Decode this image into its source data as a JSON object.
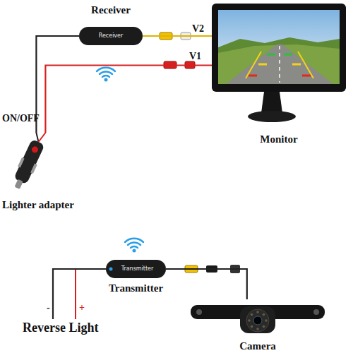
{
  "diagram": {
    "nodes": [
      {
        "text": [
          "Receiver",
          "Receiver"
        ]
      },
      {
        "text": [
          "Monitor"
        ]
      },
      {
        "text": [
          "Lighter adapter"
        ]
      },
      {
        "text": [
          "Transmitter",
          "Transmitter"
        ]
      },
      {
        "text": [
          "Reverse Light"
        ]
      },
      {
        "text": [
          "Camera"
        ]
      }
    ],
    "edges": [
      {
        "from": 2,
        "to": 0,
        "arrow": "none"
      },
      {
        "from": 0,
        "to": 1,
        "arrow": "none"
      },
      {
        "from": 2,
        "to": 1,
        "arrow": "none"
      },
      {
        "from": 4,
        "to": 3,
        "arrow": "none"
      },
      {
        "from": 3,
        "to": 5,
        "arrow": "none"
      }
    ],
    "labels": [
      "V2",
      "V1",
      "ON/OFF",
      "-",
      "+"
    ]
  }
}
